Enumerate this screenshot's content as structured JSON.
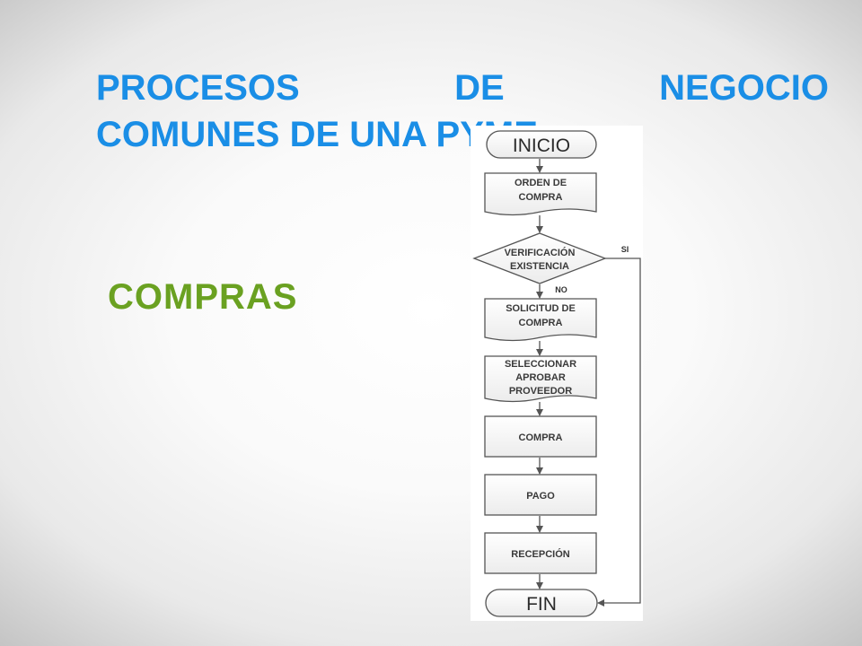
{
  "slide": {
    "title_words_line1": [
      "PROCESOS",
      "DE",
      "NEGOCIO"
    ],
    "title_line2": "COMUNES DE UNA PYME",
    "section": "COMPRAS",
    "title_color": "#1a8ee6",
    "section_color": "#6aa121"
  },
  "flowchart": {
    "start": "INICIO",
    "orden": [
      "ORDEN DE",
      "COMPRA"
    ],
    "verificacion": [
      "VERIFICACIÓN",
      "EXISTENCIA"
    ],
    "branch_yes": "SI",
    "branch_no": "NO",
    "solicitud": [
      "SOLICITUD DE",
      "COMPRA"
    ],
    "seleccionar": [
      "SELECCIONAR",
      "APROBAR",
      "PROVEEDOR"
    ],
    "compra": "COMPRA",
    "pago": "PAGO",
    "recepcion": "RECEPCIÓN",
    "end": "FIN"
  }
}
